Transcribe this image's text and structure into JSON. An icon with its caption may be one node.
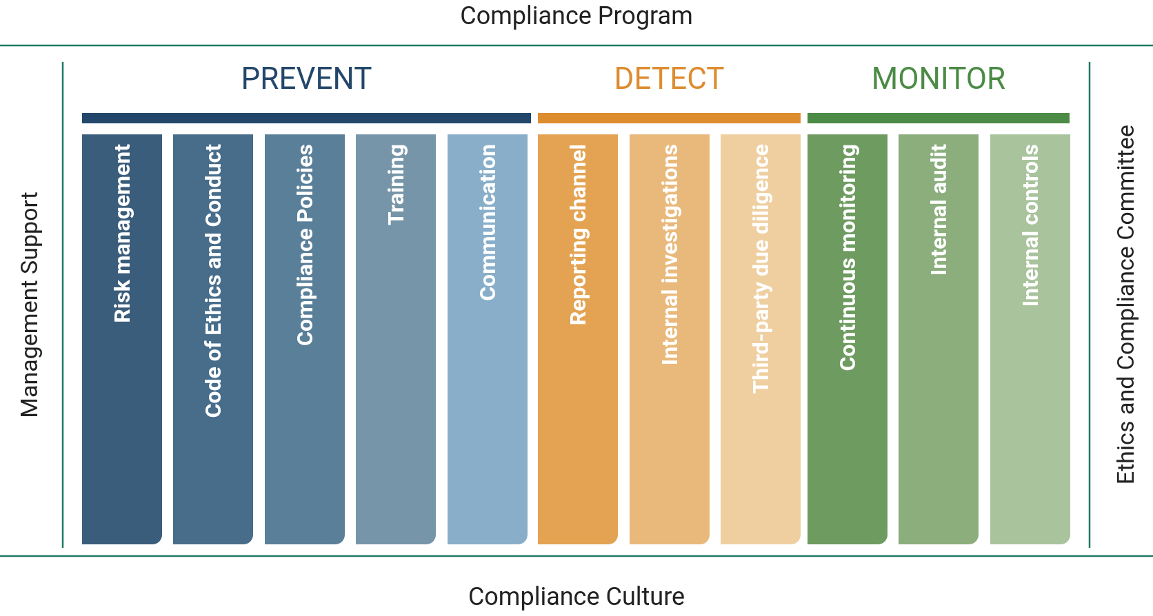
{
  "diagram": {
    "title": "Compliance Program",
    "nodes": [
      {
        "text": [
          "PREVENT"
        ]
      },
      {
        "text": [
          "Risk management"
        ]
      },
      {
        "text": [
          "Code of Ethics and Conduct"
        ]
      },
      {
        "text": [
          "Compliance Policies"
        ]
      },
      {
        "text": [
          "Training"
        ]
      },
      {
        "text": [
          "Communication"
        ]
      },
      {
        "text": [
          "DETECT"
        ]
      },
      {
        "text": [
          "Reporting channel"
        ]
      },
      {
        "text": [
          "Internal investigations"
        ]
      },
      {
        "text": [
          "Third-party due diligence"
        ]
      },
      {
        "text": [
          "MONITOR"
        ]
      },
      {
        "text": [
          "Continuous monitoring"
        ]
      },
      {
        "text": [
          "Internal audit"
        ]
      },
      {
        "text": [
          "Internal controls"
        ]
      }
    ],
    "edges": [],
    "labels": [
      "Management Support",
      "Ethics and Compliance Committee"
    ],
    "caption": "Compliance Culture"
  }
}
